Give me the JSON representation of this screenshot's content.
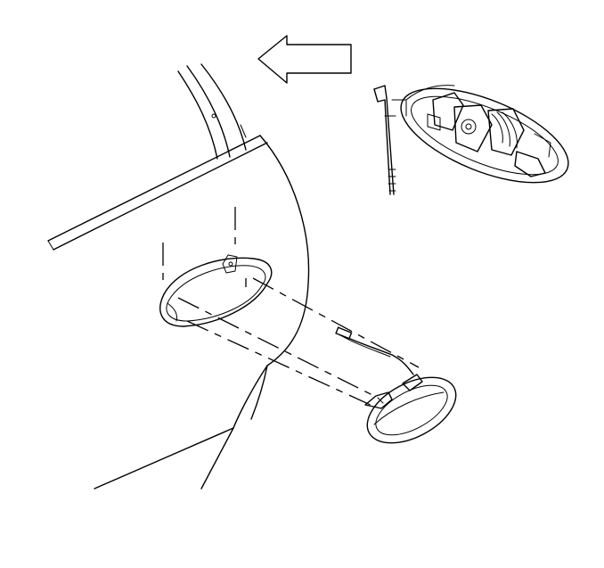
{
  "diagram": {
    "background": "#ffffff",
    "line_color": "#000000",
    "parts": [
      "direction-arrow",
      "door-panel",
      "door-handle-opening",
      "handle-assembly-installed",
      "handle-assembly-detail",
      "actuating-rod",
      "lock-cable"
    ]
  }
}
